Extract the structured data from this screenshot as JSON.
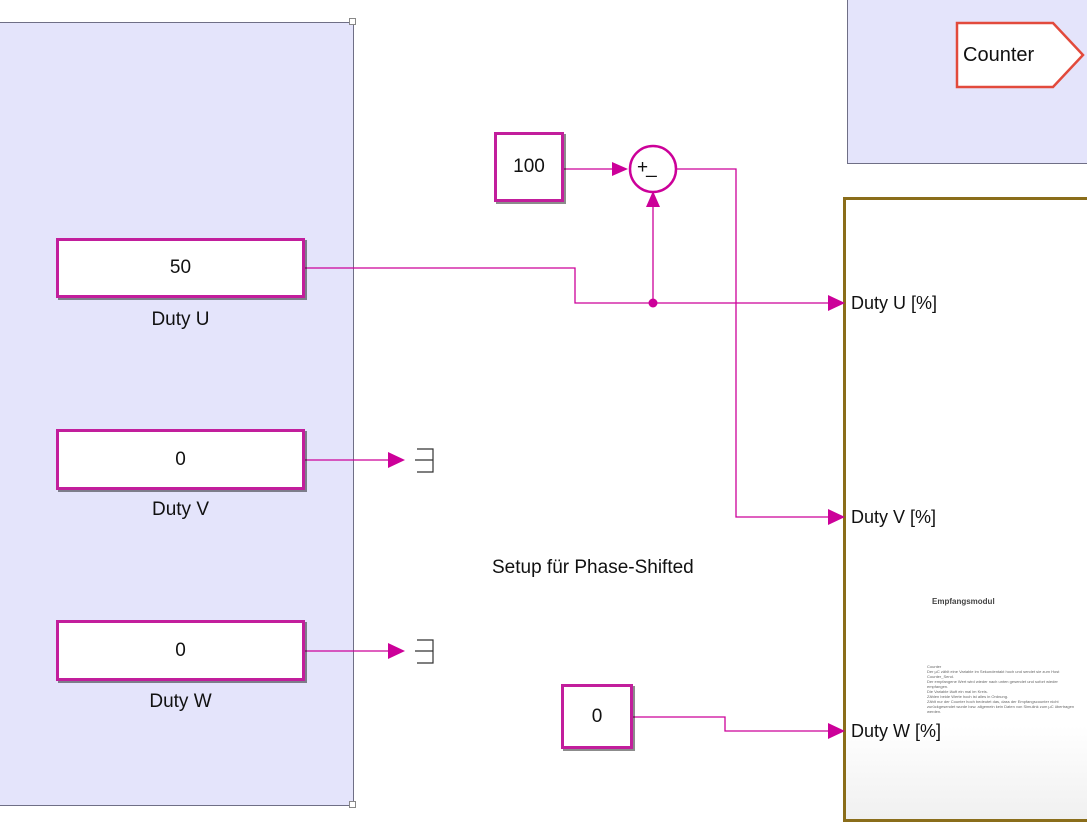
{
  "blocks": {
    "const_100": "100",
    "const_duty_u": "50",
    "const_duty_v": "0",
    "const_duty_w": "0",
    "const_zero": "0",
    "sum_signs": "+_"
  },
  "labels": {
    "duty_u": "Duty U",
    "duty_v": "Duty V",
    "duty_w": "Duty W"
  },
  "ports": {
    "duty_u": "Duty U [%]",
    "duty_v": "Duty V [%]",
    "duty_w": "Duty W [%]"
  },
  "goto_tag": "Counter",
  "annotation": "Setup für Phase-Shifted",
  "subsystem": {
    "title": "Empfangsmodul",
    "description": "Counter\nDer µC zählt eine Variable im Sekundentakt hoch und sendet sie zum Host Counter_Send.\nDer empfangene Wert wird wieder nach unten gesendet und sofort wieder empfangen.\nDie Variable läuft ein mal im Kreis.\nZählen beide Werte hoch ist alles in Ordnung.\nZählt nur der Counter hoch bedeutet das, dass der Empfangscounter nicht zurückgesendet wurde bzw. allgemein kein Daten von Simulink zum µC übertragen werden."
  },
  "colors": {
    "signal": "#cc0099",
    "area_fill": "#e4e4fb",
    "goto_border": "#e24a3c",
    "subsystem_border": "#8a6d1a"
  }
}
